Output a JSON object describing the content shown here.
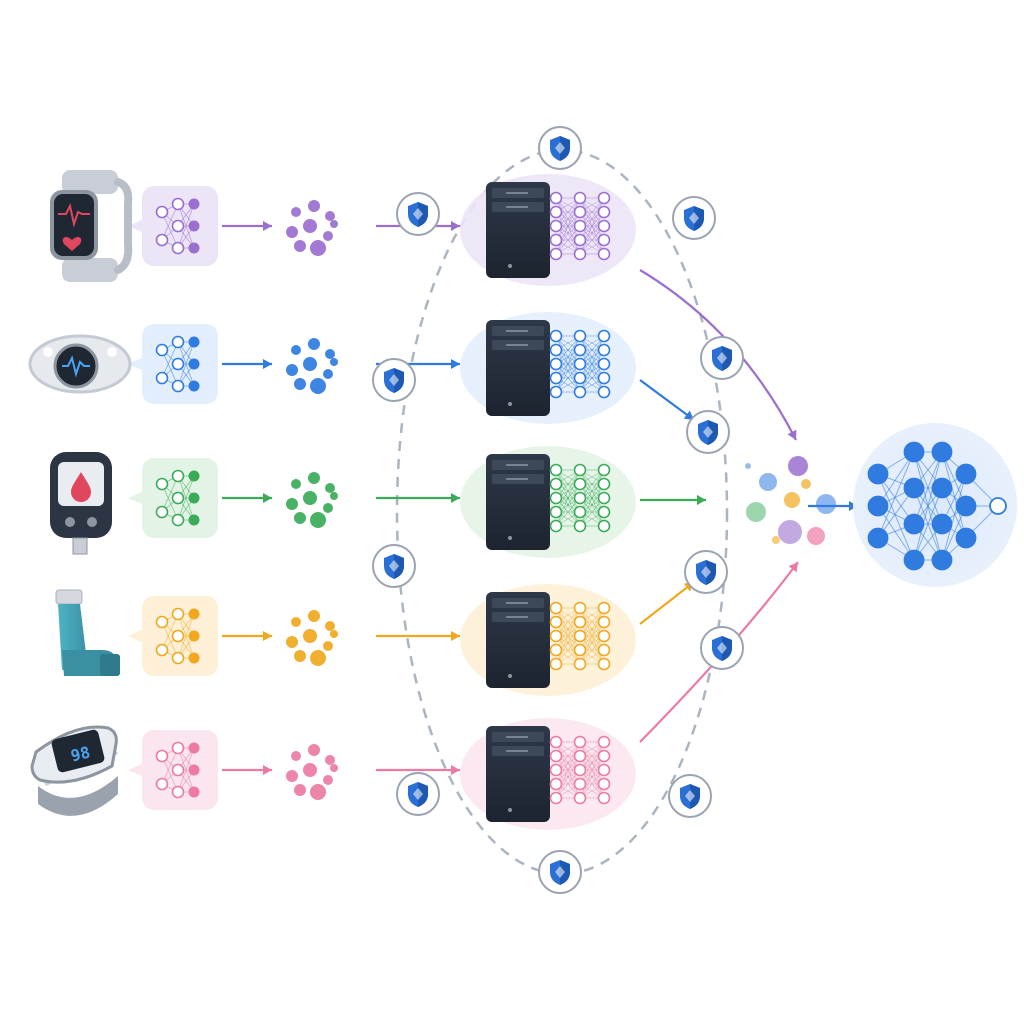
{
  "diagram": {
    "lanes": [
      {
        "id": "smartwatch",
        "color": "#9b6fcf",
        "light": "#ece4f7",
        "device": "smartwatch-icon"
      },
      {
        "id": "ecg-patch",
        "color": "#2f7be0",
        "light": "#e3eefc",
        "device": "ecg-patch-icon"
      },
      {
        "id": "glucose-meter",
        "color": "#3bab5a",
        "light": "#e3f4e6",
        "device": "glucose-meter-icon"
      },
      {
        "id": "inhaler",
        "color": "#f0a81e",
        "light": "#fdf0d6",
        "device": "inhaler-icon"
      },
      {
        "id": "pulse-oximeter",
        "color": "#ec7aa3",
        "light": "#fbe5ee",
        "device": "pulse-oximeter-icon"
      }
    ],
    "oximeter_reading": "98",
    "global_model_color": "#2f7be0",
    "shield_color": "#2a6fd6",
    "ring_color": "#aab4c2"
  }
}
